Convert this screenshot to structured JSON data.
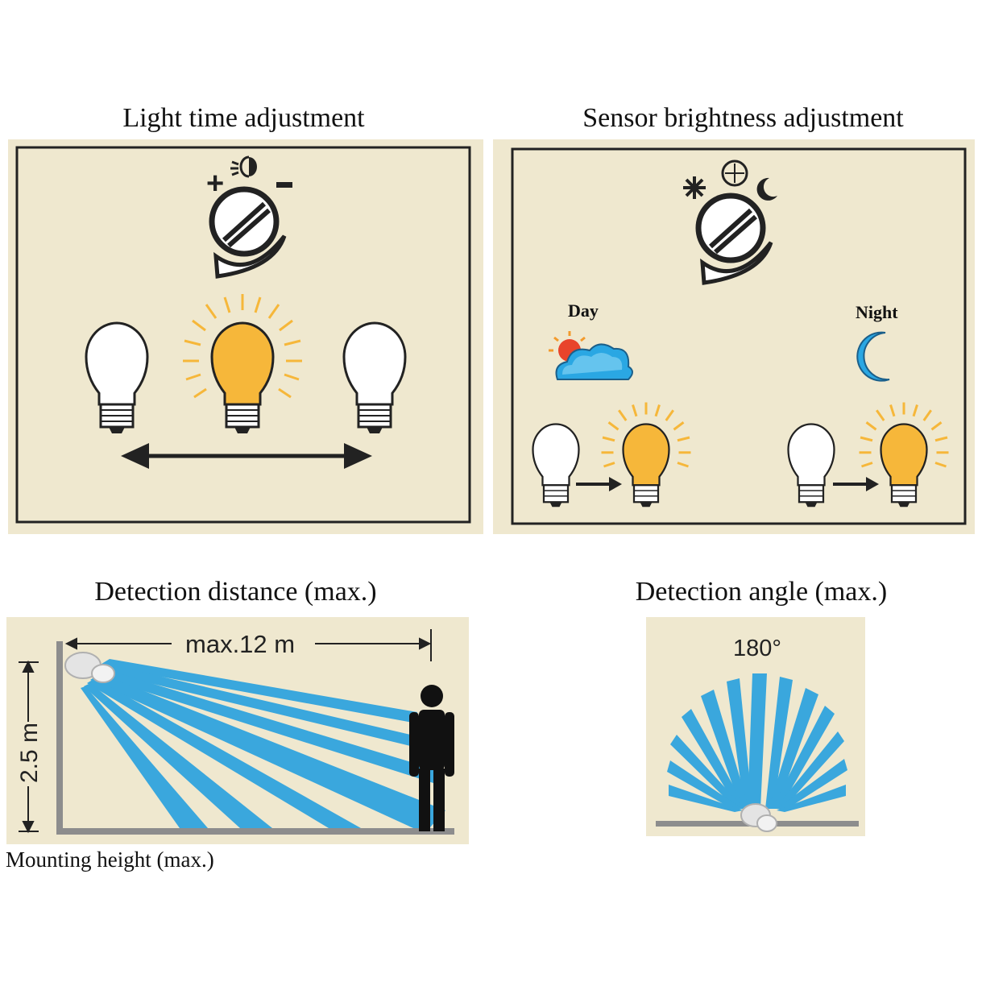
{
  "light_time": {
    "title": "Light time adjustment",
    "icon": "knob-icon",
    "plus": "+",
    "minus": "-"
  },
  "sensor_brightness": {
    "title": "Sensor brightness adjustment",
    "day_label": "Day",
    "night_label": "Night"
  },
  "detection_distance": {
    "title": "Detection distance (max.)",
    "distance_label": "max.12 m",
    "height_label": "2.5 m",
    "mounting_label": "Mounting height (max.)"
  },
  "detection_angle": {
    "title": "Detection angle (max.)",
    "angle_label": "180°"
  },
  "colors": {
    "panel": "#efe8cf",
    "beam": "#3aa7dd",
    "bulb_glow": "#f6b73a",
    "frame": "#222222"
  }
}
